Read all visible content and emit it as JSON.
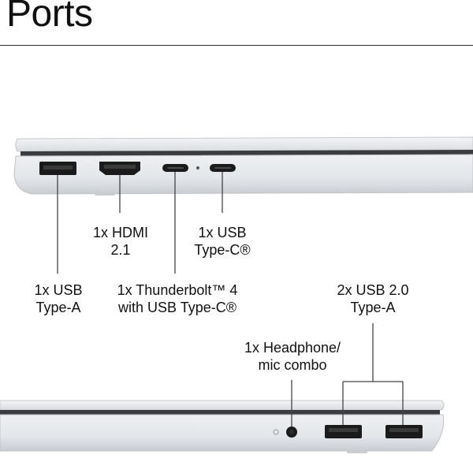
{
  "page": {
    "title": "Ports"
  },
  "labels": {
    "hdmi": {
      "line1": "1x HDMI",
      "line2": "2.1"
    },
    "usbc": {
      "line1": "1x USB",
      "line2": "Type-C®"
    },
    "usba_left": {
      "line1": "1x USB",
      "line2": "Type-A"
    },
    "thunderbolt": {
      "line1": "1x Thunderbolt™ 4",
      "line2": "with USB Type-C®"
    },
    "usb2": {
      "line1": "2x USB 2.0",
      "line2": "Type-A"
    },
    "headphone": {
      "line1": "1x Headphone/",
      "line2": "mic combo"
    }
  },
  "colors": {
    "chassis": "#e9ebee",
    "chassis_edge": "#b9bdc3",
    "port": "#1a1a1a",
    "leader": "#444444"
  }
}
